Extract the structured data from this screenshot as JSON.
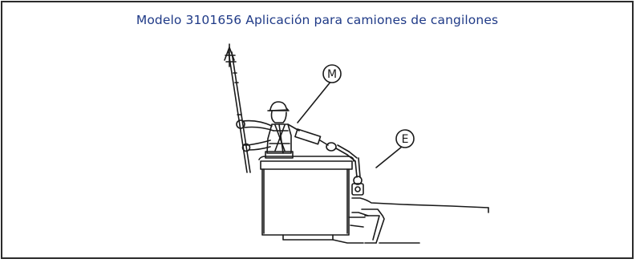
{
  "figure": {
    "caption": "Modelo 3101656 Aplicación para camiones de cangilones",
    "callouts": {
      "m": "M",
      "e": "E"
    }
  },
  "colors": {
    "caption": "#1f3a87",
    "border": "#2b2b2b",
    "ink": "#1a1a1a"
  }
}
